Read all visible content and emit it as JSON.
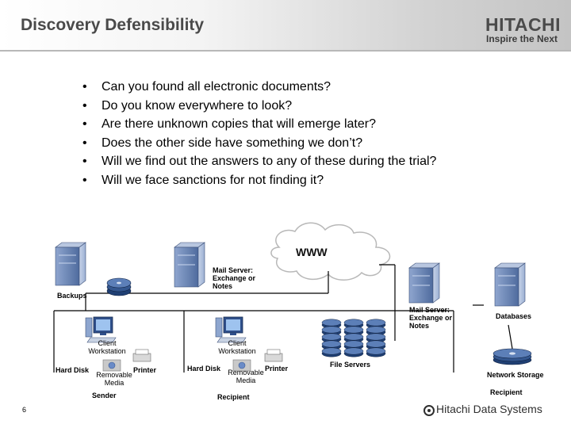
{
  "header": {
    "title": "Discovery Defensibility",
    "logo": {
      "word": "HITACHI",
      "tagline": "Inspire the Next"
    }
  },
  "bullets": [
    "Can you found all electronic documents?",
    "Do you know everywhere to look?",
    "Are there unknown copies that will emerge later?",
    "Does the other side have something we don’t?",
    "Will we find out the answers to any of these during the trial?",
    "Will we face sanctions for not finding it?"
  ],
  "diagram": {
    "cloud_label": "WWW",
    "backups": "Backups",
    "mail_server_left": "Mail Server: Exchange or Notes",
    "mail_server_right": "Mail Server: Exchange or Notes",
    "databases": "Databases",
    "file_servers": "File Servers",
    "network_storage": "Network Storage",
    "sender": {
      "client": "Client Workstation",
      "hard_disk": "Hard Disk",
      "removable": "Removable Media",
      "printer": "Printer",
      "label": "Sender"
    },
    "recipient": {
      "client": "Client Workstation",
      "hard_disk": "Hard Disk",
      "removable": "Removable Media",
      "printer": "Printer",
      "label": "Recipient"
    },
    "recipient_right": "Recipient"
  },
  "footer": {
    "page_number": "6",
    "company": "Hitachi Data Systems"
  },
  "colors": {
    "server_blue": "#6b86b5",
    "disk_dark": "#1f3f73",
    "accent_red": "#c8102e"
  }
}
